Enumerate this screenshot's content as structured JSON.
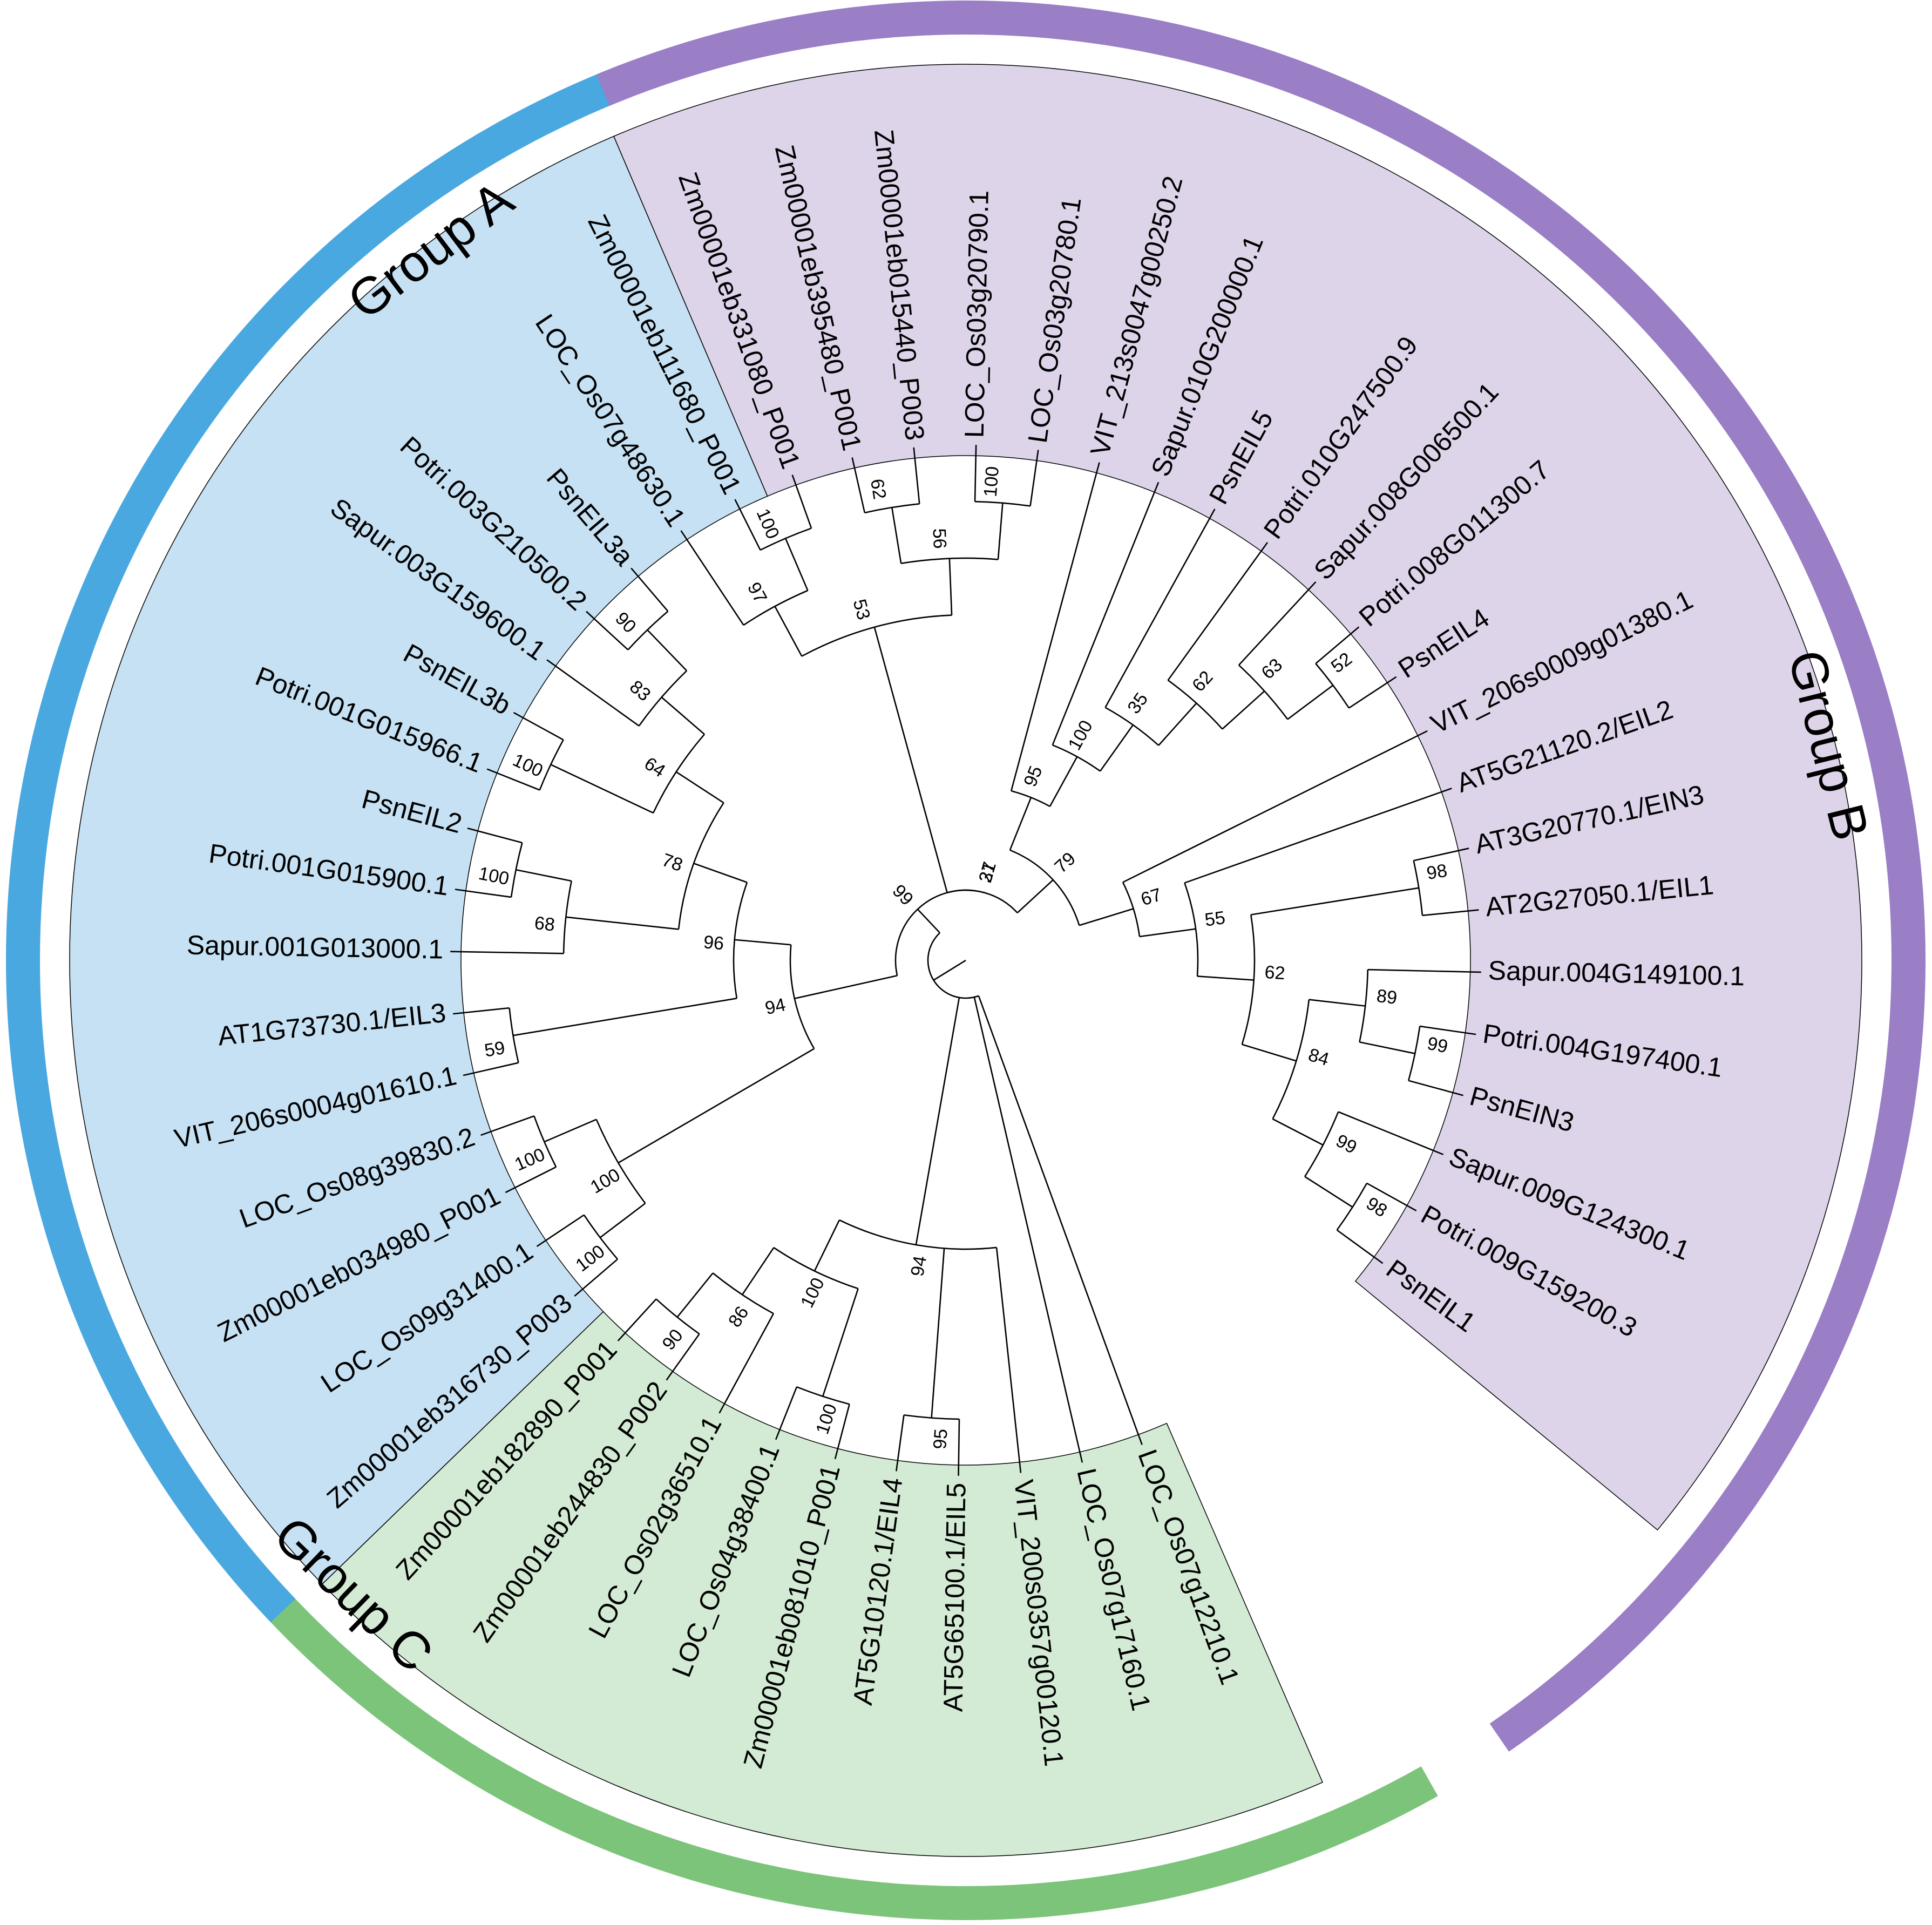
{
  "groups": [
    {
      "id": "A",
      "label": "Group A",
      "ring_color": "#7bc47a",
      "fill_color": "#d3ebd4"
    },
    {
      "id": "B",
      "label": "Group B",
      "ring_color": "#4aa8e0",
      "fill_color": "#c6e1f3"
    },
    {
      "id": "C",
      "label": "Group C",
      "ring_color": "#9a7ec6",
      "fill_color": "#ddd4ea"
    }
  ],
  "tree": {
    "children": [
      {
        "leaf": "LOC_Os07g12210.1"
      },
      {
        "leaf": "LOC_Os07g17160.1"
      },
      {
        "boot": "94",
        "children": [
          {
            "leaf": "VIT_200s0357g00120.1"
          },
          {
            "boot": "95",
            "children": [
              {
                "leaf": "AT5G65100.1/EIL5"
              },
              {
                "leaf": "AT5G10120.1/EIL4"
              }
            ]
          },
          {
            "boot": "100",
            "children": [
              {
                "boot": "100",
                "children": [
                  {
                    "leaf": "Zm00001eb081010_P001"
                  },
                  {
                    "leaf": "LOC_Os04g38400.1"
                  }
                ]
              },
              {
                "boot": "86",
                "children": [
                  {
                    "leaf": "LOC_Os02g36510.1"
                  },
                  {
                    "boot": "90",
                    "children": [
                      {
                        "leaf": "Zm00001eb244830_P002"
                      },
                      {
                        "leaf": "Zm00001eb182890_P001"
                      }
                    ]
                  }
                ]
              }
            ]
          }
        ]
      },
      {
        "boot": "99",
        "children": [
          {
            "boot": "94",
            "children": [
              {
                "boot": "100",
                "children": [
                  {
                    "boot": "100",
                    "children": [
                      {
                        "leaf": "Zm00001eb316730_P003"
                      },
                      {
                        "leaf": "LOC_Os09g31400.1"
                      }
                    ]
                  },
                  {
                    "boot": "100",
                    "children": [
                      {
                        "leaf": "Zm00001eb034980_P001"
                      },
                      {
                        "leaf": "LOC_Os08g39830.2"
                      }
                    ]
                  }
                ]
              },
              {
                "boot": "96",
                "children": [
                  {
                    "boot": "59",
                    "children": [
                      {
                        "leaf": "VIT_206s0004g01610.1"
                      },
                      {
                        "leaf": "AT1G73730.1/EIL3"
                      }
                    ]
                  },
                  {
                    "boot": "78",
                    "children": [
                      {
                        "boot": "68",
                        "children": [
                          {
                            "leaf": "Sapur.001G013000.1"
                          },
                          {
                            "boot": "100",
                            "children": [
                              {
                                "leaf": "Potri.001G015900.1"
                              },
                              {
                                "leaf": "PsnEIL2"
                              }
                            ]
                          }
                        ]
                      },
                      {
                        "boot": "64",
                        "children": [
                          {
                            "boot": "100",
                            "children": [
                              {
                                "leaf": "Potri.001G015966.1"
                              },
                              {
                                "leaf": "PsnEIL3b"
                              }
                            ]
                          },
                          {
                            "boot": "83",
                            "children": [
                              {
                                "leaf": "Sapur.003G159600.1"
                              },
                              {
                                "boot": "90",
                                "children": [
                                  {
                                    "leaf": "Potri.003G210500.2"
                                  },
                                  {
                                    "leaf": "PsnEIL3a"
                                  }
                                ]
                              }
                            ]
                          }
                        ]
                      }
                    ]
                  }
                ]
              }
            ]
          },
          {
            "boot": "31",
            "children": [
              {
                "boot": "27",
                "children": [
                  {
                    "boot": "53",
                    "children": [
                      {
                        "boot": "97",
                        "children": [
                          {
                            "leaf": "LOC_Os07g48630.1"
                          },
                          {
                            "boot": "100",
                            "children": [
                              {
                                "leaf": "Zm00001eb111680_P001"
                              },
                              {
                                "leaf": "Zm00001eb331080_P001"
                              }
                            ]
                          }
                        ]
                      },
                      {
                        "boot": "56",
                        "children": [
                          {
                            "boot": "62",
                            "children": [
                              {
                                "leaf": "Zm00001eb395480_P001"
                              },
                              {
                                "leaf": "Zm00001eb015440_P003"
                              }
                            ]
                          },
                          {
                            "boot": "100",
                            "children": [
                              {
                                "leaf": "LOC_Os03g20790.1"
                              },
                              {
                                "leaf": "LOC_Os03g20780.1"
                              }
                            ]
                          }
                        ]
                      }
                    ]
                  },
                  {
                    "boot": "79",
                    "children": [
                      {
                        "boot": "95",
                        "children": [
                          {
                            "leaf": "VIT_213s0047g00250.2"
                          },
                          {
                            "boot": "100",
                            "children": [
                              {
                                "leaf": "Sapur.010G200000.1"
                              },
                              {
                                "boot": "35",
                                "children": [
                                  {
                                    "leaf": "PsnEIL5"
                                  },
                                  {
                                    "boot": "62",
                                    "children": [
                                      {
                                        "leaf": "Potri.010G247500.9"
                                      },
                                      {
                                        "boot": "63",
                                        "children": [
                                          {
                                            "leaf": "Sapur.008G006500.1"
                                          },
                                          {
                                            "boot": "52",
                                            "children": [
                                              {
                                                "leaf": "Potri.008G011300.7"
                                              },
                                              {
                                                "leaf": "PsnEIL4"
                                              }
                                            ]
                                          }
                                        ]
                                      }
                                    ]
                                  }
                                ]
                              }
                            ]
                          }
                        ]
                      },
                      {
                        "boot": "67",
                        "children": [
                          {
                            "leaf": "VIT_206s0009g01380.1"
                          },
                          {
                            "boot": "55",
                            "children": [
                              {
                                "leaf": "AT5G21120.2/EIL2"
                              },
                              {
                                "boot": "62",
                                "children": [
                                  {
                                    "boot": "98",
                                    "children": [
                                      {
                                        "leaf": "AT3G20770.1/EIN3"
                                      },
                                      {
                                        "leaf": "AT2G27050.1/EIL1"
                                      }
                                    ]
                                  },
                                  {
                                    "boot": "84",
                                    "children": [
                                      {
                                        "boot": "89",
                                        "children": [
                                          {
                                            "leaf": "Sapur.004G149100.1"
                                          },
                                          {
                                            "boot": "99",
                                            "children": [
                                              {
                                                "leaf": "Potri.004G197400.1"
                                              },
                                              {
                                                "leaf": "PsnEIN3"
                                              }
                                            ]
                                          }
                                        ]
                                      },
                                      {
                                        "boot": "99",
                                        "children": [
                                          {
                                            "leaf": "Sapur.009G124300.1"
                                          },
                                          {
                                            "boot": "98",
                                            "children": [
                                              {
                                                "leaf": "Potri.009G159200.3"
                                              },
                                              {
                                                "leaf": "PsnEIL1"
                                              }
                                            ]
                                          }
                                        ]
                                      }
                                    ]
                                  }
                                ]
                              }
                            ]
                          }
                        ]
                      }
                    ]
                  }
                ]
              }
            ]
          }
        ]
      }
    ]
  }
}
